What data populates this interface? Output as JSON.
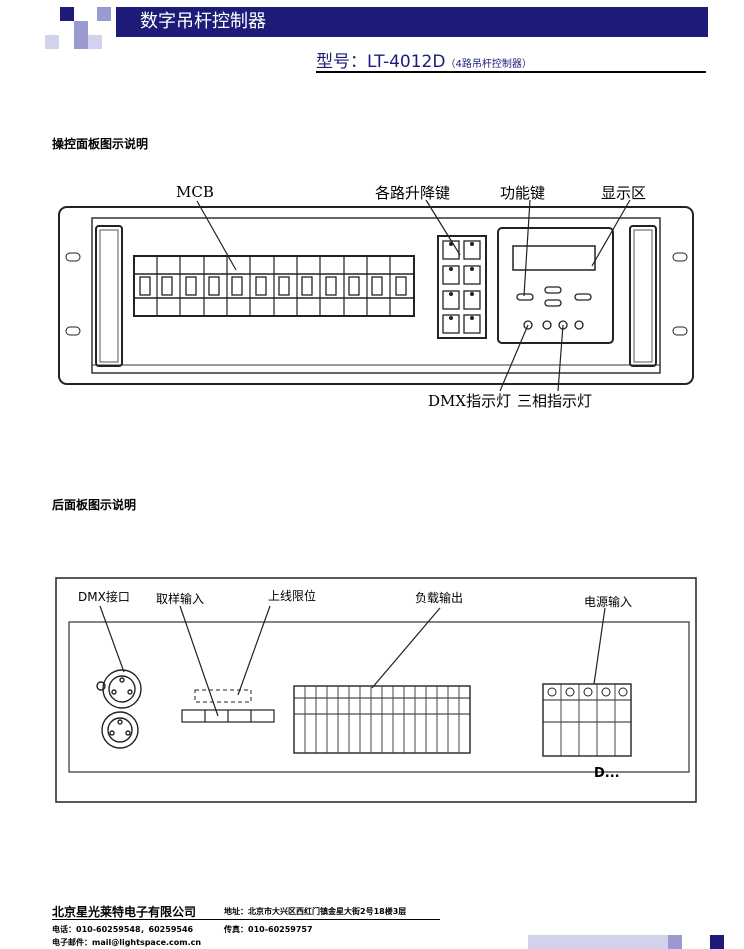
{
  "header": {
    "title": "数字吊杆控制器"
  },
  "model": {
    "main": "型号：LT-4012D",
    "sub": "（4路吊杆控制器）"
  },
  "front": {
    "section_title": "操控面板图示说明",
    "labels": {
      "mcb": "MCB",
      "keys": "各路升降键",
      "func": "功能键",
      "display": "显示区",
      "dmx_led": "DMX指示灯",
      "phase_led": "三相指示灯"
    }
  },
  "rear": {
    "section_title": "后面板图示说明",
    "labels": {
      "dmx": "DMX接口",
      "sample": "取样输入",
      "limit": "上线限位",
      "load": "负载输出",
      "power": "电源输入"
    },
    "corner_mark": "D..."
  },
  "footer": {
    "company": "北京星光莱特电子有限公司",
    "address": "地址：北京市大兴区西红门镇金星大街2号18楼3层",
    "phone": "电话：010-60259548，60259546",
    "fax": "传真：010-60259757",
    "email": "电子邮件：mail@lightspace.com.cn"
  },
  "colors": {
    "brand": "#1c1c78",
    "accent": "#9a9ad0"
  }
}
